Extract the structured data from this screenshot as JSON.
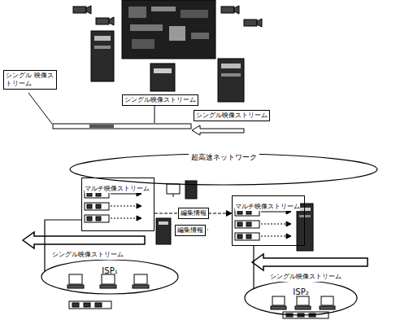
{
  "diagram": {
    "nodes": [
      {
        "text": [
          "超高速ネットワーク"
        ]
      },
      {
        "text": [
          "マルチ映像ストリーム"
        ]
      },
      {
        "text": [
          "マルチ映像ストリーム"
        ]
      },
      {
        "text": [
          "ISP₁"
        ]
      },
      {
        "text": [
          "ISP₂"
        ]
      }
    ],
    "edges": [
      {
        "from": 1,
        "to": 2,
        "arrow": "to",
        "label": "編集情報"
      },
      {
        "from": 1,
        "to": 3,
        "arrow": "none"
      },
      {
        "from": 2,
        "to": 4,
        "arrow": "none"
      }
    ],
    "labels": [
      "シングル 映像ストリーム",
      "シングル映像ストリーム",
      "シングル映像ストリーム",
      "編集情報",
      "シングル映像ストリーム",
      "シングル映像ストリーム"
    ]
  }
}
